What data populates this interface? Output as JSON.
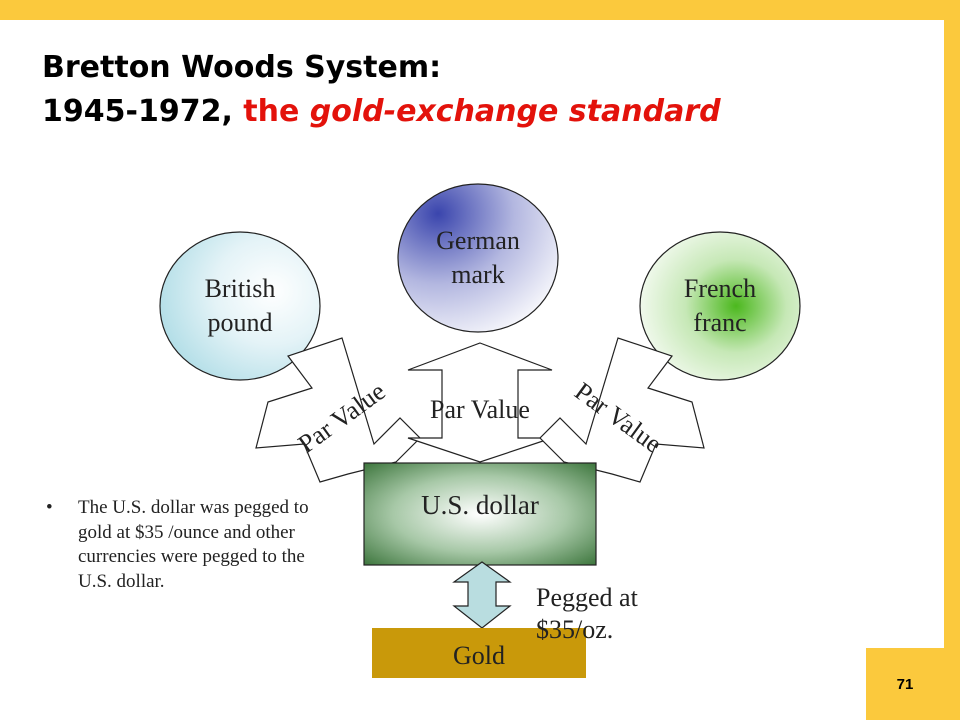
{
  "title": {
    "line1": "Bretton Woods System:",
    "line2_prefix": "1945-1972, ",
    "line2_the": "the ",
    "line2_italic": "gold-exchange standard"
  },
  "nodes": {
    "british_pound": "British pound",
    "german_mark": "German mark",
    "french_franc": "French franc",
    "us_dollar": "U.S. dollar",
    "gold": "Gold"
  },
  "arrows": {
    "left": "Par Value",
    "center": "Par Value",
    "right": "Par Value",
    "gold_note": "Pegged at $35/oz."
  },
  "bullet": {
    "marker": "•",
    "text": "The U.S. dollar was pegged to gold at $35 /ounce and other currencies were pegged to the U.S. dollar."
  },
  "page_number": "71",
  "colors": {
    "frame": "#fbc93d",
    "title_accent": "#e3120b",
    "dollar_box": "#2f6b2f",
    "gold_box": "#c9990a",
    "gold_arrow": "#b9dde0"
  }
}
